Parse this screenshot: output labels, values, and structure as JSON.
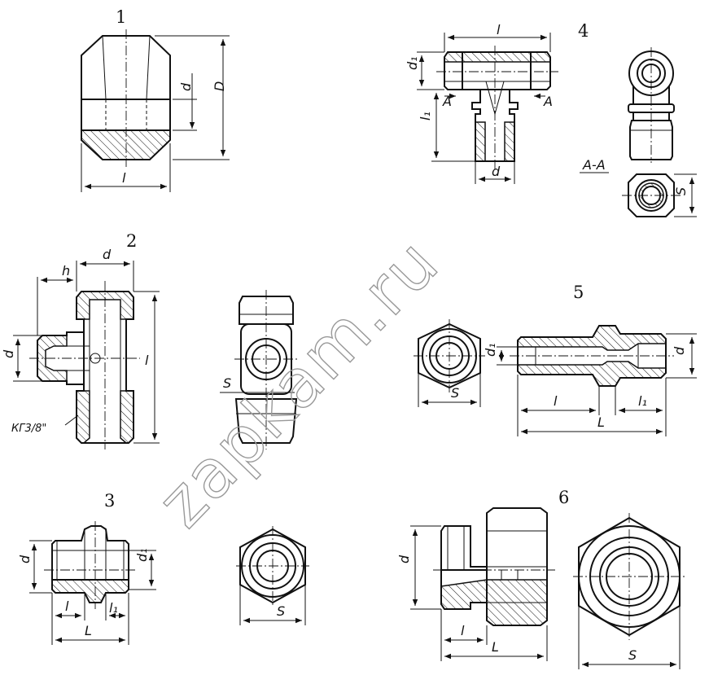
{
  "figure_numbers": [
    "1",
    "2",
    "3",
    "4",
    "5",
    "6"
  ],
  "labels": {
    "f1": {
      "d": "d",
      "D": "D",
      "l": "l"
    },
    "f2": {
      "h": "h",
      "d_top": "d",
      "d_left": "d",
      "l": "l",
      "S": "S",
      "thread": "КГ3/8\""
    },
    "f3": {
      "d": "d",
      "d1": "d₁",
      "l": "l",
      "l1": "l₁",
      "L": "L",
      "S": "S"
    },
    "f4": {
      "l": "l",
      "d1": "d₁",
      "l1": "l₁",
      "d": "d",
      "A_left": "A",
      "A_right": "A",
      "section": "A-A",
      "S": "S"
    },
    "f5": {
      "S": "S",
      "d1": "d₁",
      "d": "d",
      "l": "l",
      "l1": "l₁",
      "L": "L"
    },
    "f6": {
      "d": "d",
      "l": "l",
      "L": "L",
      "S": "S"
    }
  },
  "watermark": "zapkam.ru"
}
